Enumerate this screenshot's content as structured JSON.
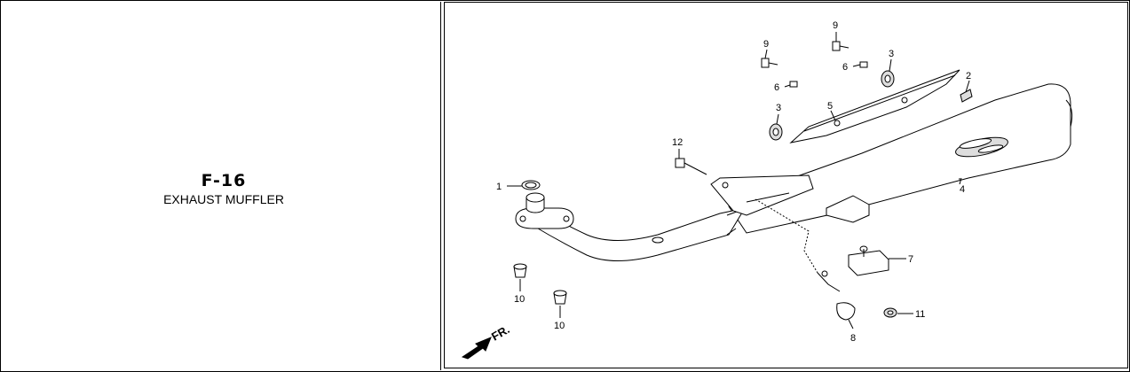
{
  "section": {
    "code": "F-16",
    "name": "EXHAUST MUFFLER"
  },
  "diagram": {
    "direction_label": "FR.",
    "callouts": [
      "1",
      "2",
      "3",
      "3",
      "4",
      "5",
      "6",
      "6",
      "7",
      "8",
      "9",
      "9",
      "10",
      "10",
      "11",
      "12"
    ]
  }
}
